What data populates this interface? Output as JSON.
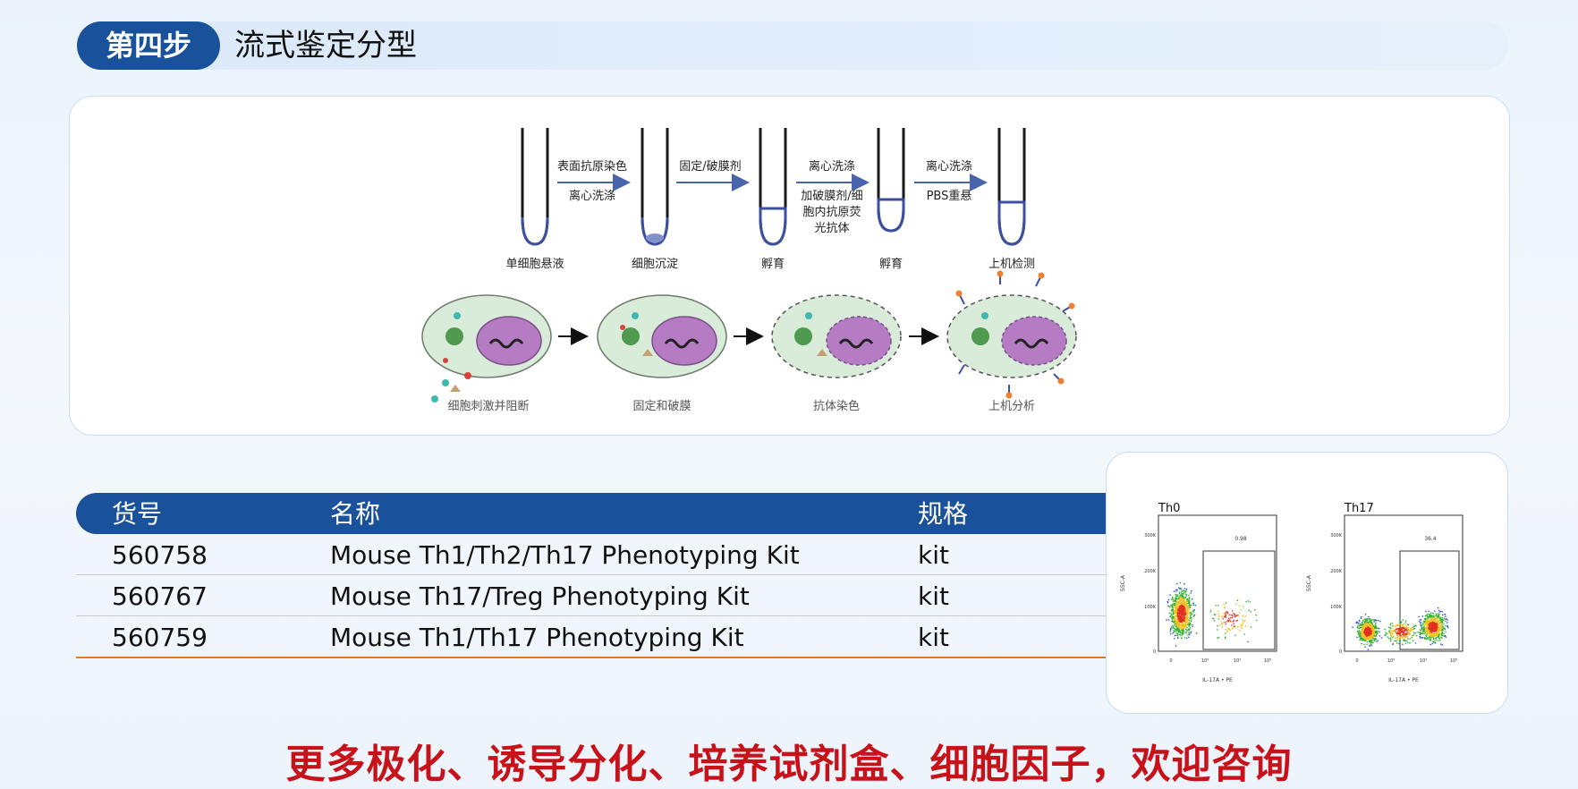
{
  "header": {
    "step_badge": "第四步",
    "step_title": "流式鉴定分型"
  },
  "diagram": {
    "tube_labels": [
      "单细胞悬液",
      "细胞沉淀",
      "孵育",
      "孵育",
      "上机检测"
    ],
    "arrow1": {
      "top": "表面抗原染色",
      "bottom": "离心洗涤"
    },
    "arrow2": {
      "top": "固定/破膜剂"
    },
    "arrow3": {
      "top": "离心洗涤",
      "bottom1": "加破膜剂/细",
      "bottom2": "胞内抗原荧",
      "bottom3": "光抗体"
    },
    "arrow4": {
      "top": "离心洗涤",
      "bottom": "PBS重悬"
    },
    "cell_labels": [
      "细胞刺激并阻断",
      "固定和破膜",
      "抗体染色",
      "上机分析"
    ],
    "colors": {
      "tube": "#1a1a1a",
      "liquid": "#3d4fa3",
      "arrow": "#4a63ad",
      "cytoplasm": "#d9ecd9",
      "nucleus": "#b57cc4"
    }
  },
  "table": {
    "headers": [
      "货号",
      "名称",
      "规格"
    ],
    "rows": [
      [
        "560758",
        "Mouse Th1/Th2/Th17 Phenotyping Kit",
        "kit"
      ],
      [
        "560767",
        "Mouse Th17/Treg Phenotyping Kit",
        "kit"
      ],
      [
        "560759",
        "Mouse Th1/Th17 Phenotyping Kit",
        "kit"
      ]
    ]
  },
  "plots": [
    {
      "title": "Th0",
      "gate_value": "0.98",
      "ylabel": "SSC-A",
      "xlabel": "IL-17A • PE",
      "yticks": [
        "300K",
        "200K",
        "100K",
        "0"
      ],
      "xticks": [
        "0",
        "10³",
        "10⁴",
        "10⁵"
      ]
    },
    {
      "title": "Th17",
      "gate_value": "36.4",
      "ylabel": "SSC-A",
      "xlabel": "IL-17A • PE",
      "yticks": [
        "300K",
        "200K",
        "100K",
        "0"
      ],
      "xticks": [
        "0",
        "10³",
        "10⁴",
        "10⁵"
      ]
    }
  ],
  "footer": {
    "text": "更多极化、诱导分化、培养试剂盒、细胞因子，欢迎咨询"
  }
}
